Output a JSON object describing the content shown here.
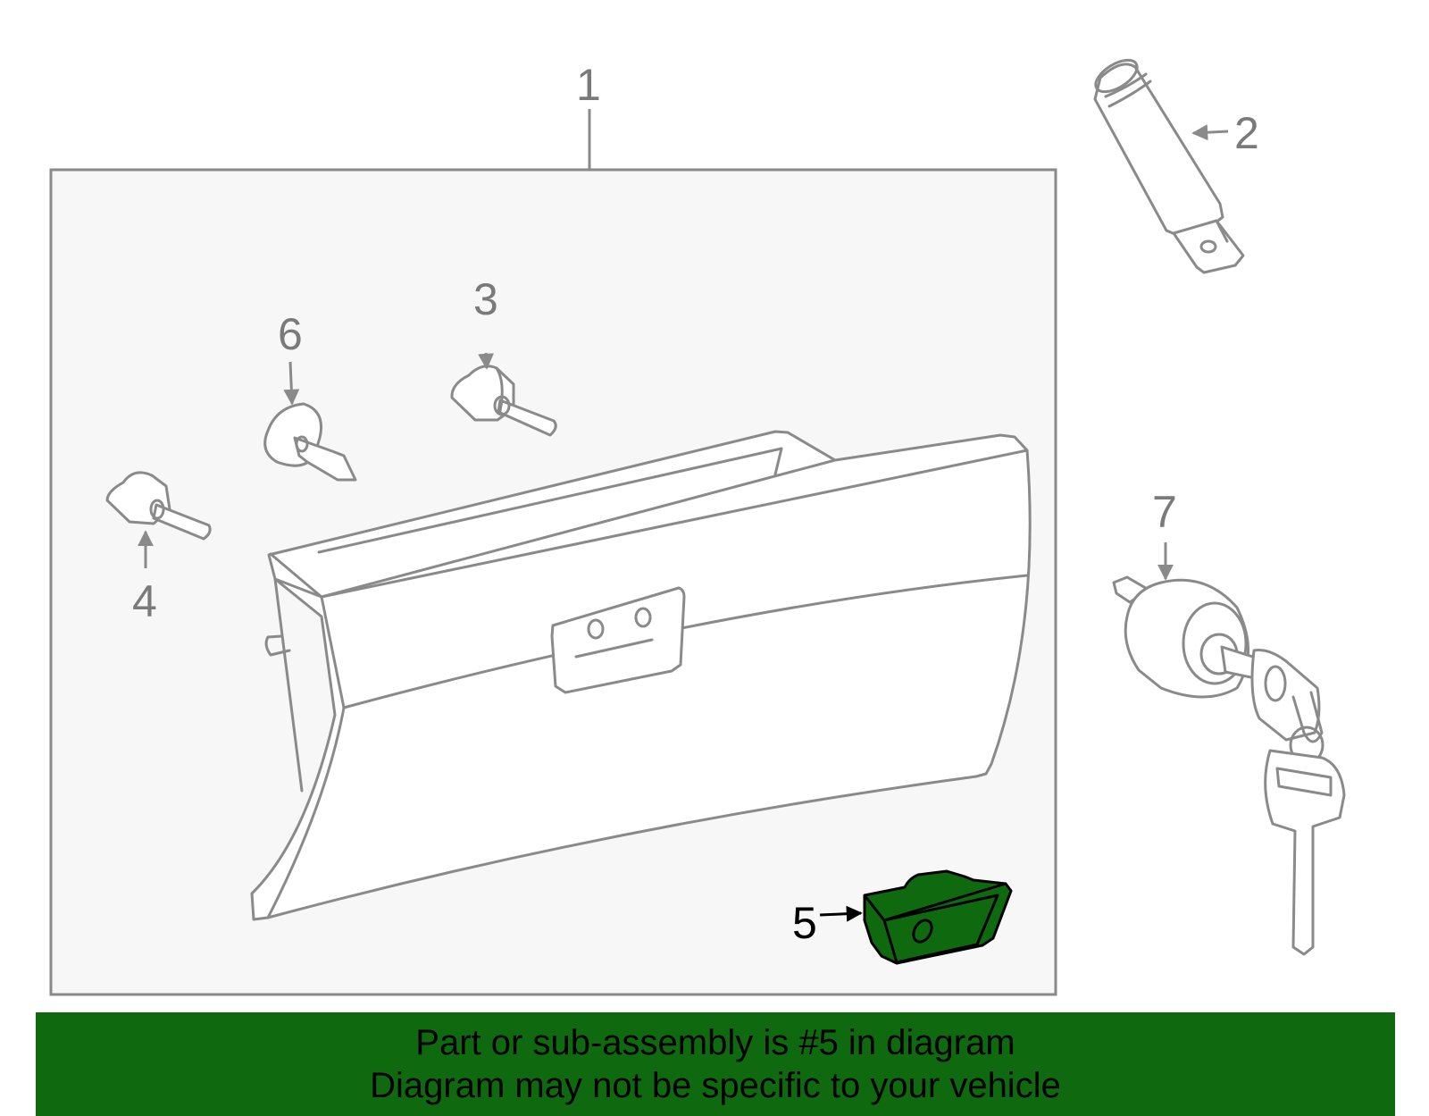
{
  "callouts": {
    "c1": "1",
    "c2": "2",
    "c3": "3",
    "c4": "4",
    "c5": "5",
    "c6": "6",
    "c7": "7"
  },
  "highlight_color": "#0f6a0f",
  "banner": {
    "line1": "Part or sub-assembly is #5 in diagram",
    "line2": "Diagram may not be specific to your vehicle"
  }
}
